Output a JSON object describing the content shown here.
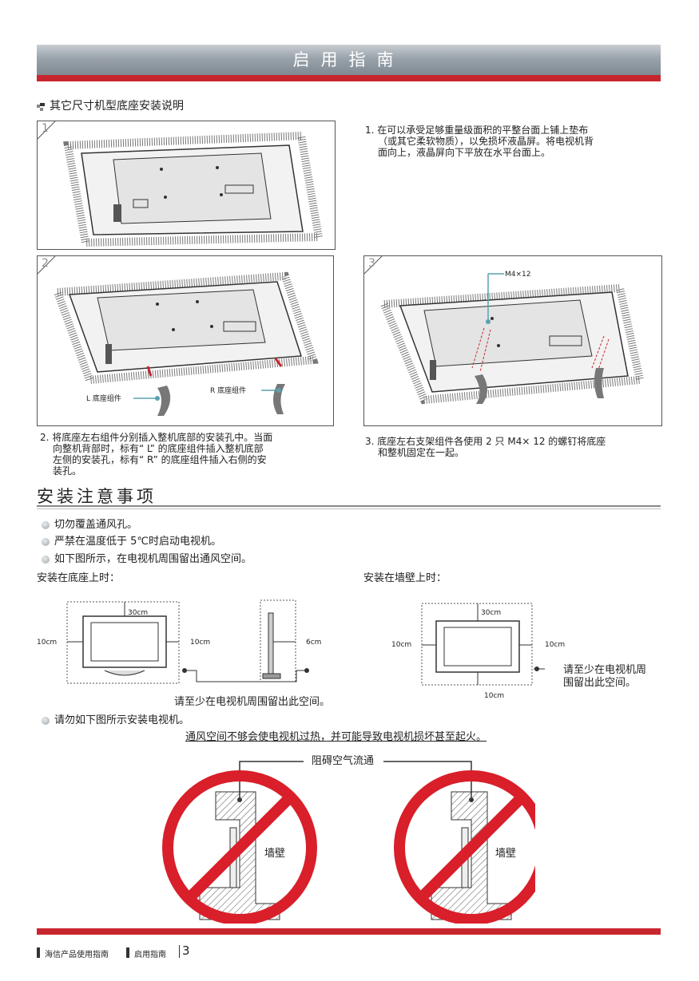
{
  "header": {
    "title": "启用指南"
  },
  "section1": {
    "title": "其它尺寸机型底座安装说明"
  },
  "panels": {
    "p1": "1",
    "p2": "2",
    "p3": "3"
  },
  "steps": {
    "step1": [
      "1. 在可以承受足够重量级面积的平整台面上铺上垫布",
      "（或其它柔软物质），以免损坏液晶屏。将电视机背",
      "面向上，液晶屏向下平放在水平台面上。"
    ],
    "step2": [
      "2. 将底座左右组件分别插入整机底部的安装孔中。当面",
      "向整机背部时，标有“ L” 的底座组件插入整机底部",
      "左侧的安装孔，标有“ R” 的底座组件插入右侧的安",
      "装孔。"
    ],
    "step3": [
      "3. 底座左右支架组件各使用 2 只 M4× 12 的螺钉将底座",
      "和整机固定在一起。"
    ]
  },
  "labels": {
    "l_stand": "L 底座组件",
    "r_stand": "R 底座组件",
    "screw": "M4×12"
  },
  "section2": {
    "title": "安装注意事项",
    "bullets": [
      "切勿覆盖通风孔。",
      "严禁在温度低于 5℃时启动电视机。",
      "如下图所示，在电视机周围留出通风空间。"
    ],
    "stand_title": "安装在底座上时：",
    "wall_title": "安装在墙壁上时：",
    "dims": {
      "top": "30cm",
      "left": "10cm",
      "right": "10cm",
      "side": "6cm",
      "bottom": "10cm"
    },
    "stand_note": "请至少在电视机周围留出此空间。",
    "wall_note": [
      "请至少在电视机周",
      "围留出此空间。"
    ],
    "bullet4": "请勿如下图所示安装电视机。",
    "warning": "通风空间不够会使电视机过热，并可能导致电视机损坏甚至起火。",
    "blocked": "阻碍空气流通",
    "wall": "墙壁"
  },
  "footer": {
    "brand": "海信产品使用指南",
    "section": "启用指南",
    "page": "3"
  }
}
